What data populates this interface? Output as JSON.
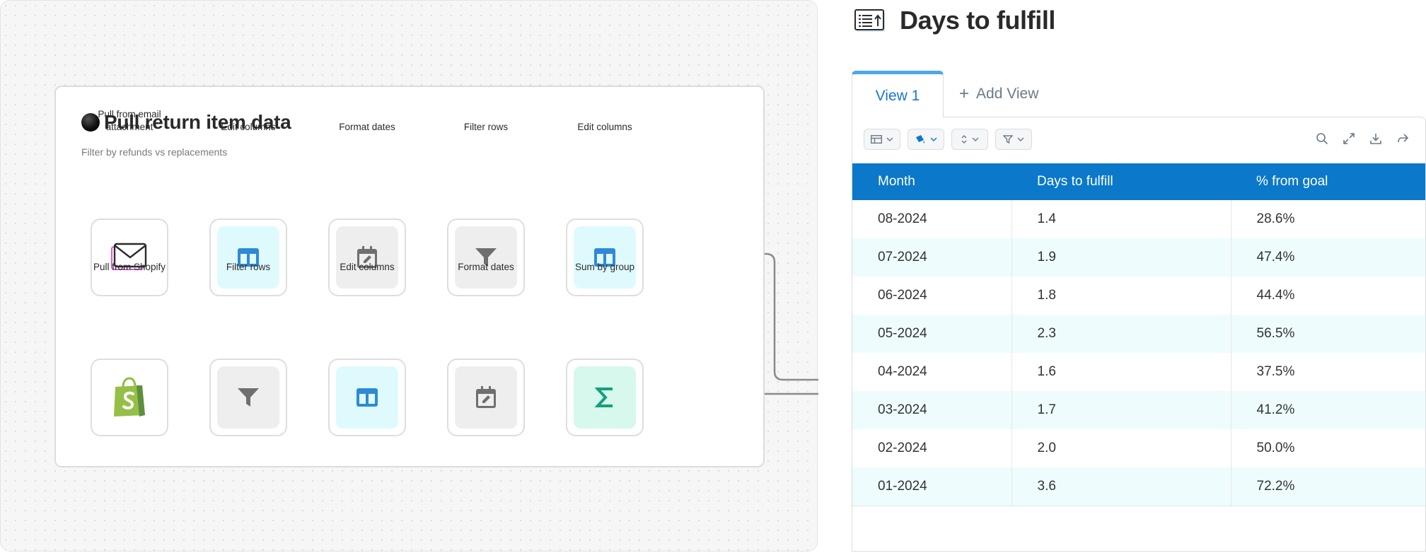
{
  "flow": {
    "title": "Pull return item data",
    "subtitle": "Filter by refunds vs replacements",
    "row1": [
      {
        "label": "Pull from email attachment",
        "icon": "email-icon"
      },
      {
        "label": "Edit columns",
        "icon": "columns-icon"
      },
      {
        "label": "Format dates",
        "icon": "calendar-edit-icon"
      },
      {
        "label": "Filter rows",
        "icon": "filter-icon"
      },
      {
        "label": "Edit columns",
        "icon": "columns-icon"
      }
    ],
    "row2": [
      {
        "label": "Pull from Shopify",
        "icon": "shopify-icon"
      },
      {
        "label": "Filter rows",
        "icon": "filter-icon"
      },
      {
        "label": "Edit columns",
        "icon": "columns-icon"
      },
      {
        "label": "Format dates",
        "icon": "calendar-edit-icon"
      },
      {
        "label": "Sum by group",
        "icon": "sigma-icon"
      }
    ]
  },
  "panel": {
    "title": "Days to fulfill",
    "tabs": {
      "active": "View 1",
      "add": "Add View"
    },
    "table": {
      "headers": [
        "Month",
        "Days to fulfill",
        "% from goal"
      ],
      "rows": [
        [
          "08-2024",
          "1.4",
          "28.6%"
        ],
        [
          "07-2024",
          "1.9",
          "47.4%"
        ],
        [
          "06-2024",
          "1.8",
          "44.4%"
        ],
        [
          "05-2024",
          "2.3",
          "56.5%"
        ],
        [
          "04-2024",
          "1.6",
          "37.5%"
        ],
        [
          "03-2024",
          "1.7",
          "41.2%"
        ],
        [
          "02-2024",
          "2.0",
          "50.0%"
        ],
        [
          "01-2024",
          "3.6",
          "72.2%"
        ]
      ]
    }
  },
  "colors": {
    "accent": "#0b78c9",
    "tab_accent": "#4aa8ea",
    "icon_blue": "#2f8ad6",
    "icon_green": "#139f7c",
    "icon_gray": "#6f6f6f"
  }
}
